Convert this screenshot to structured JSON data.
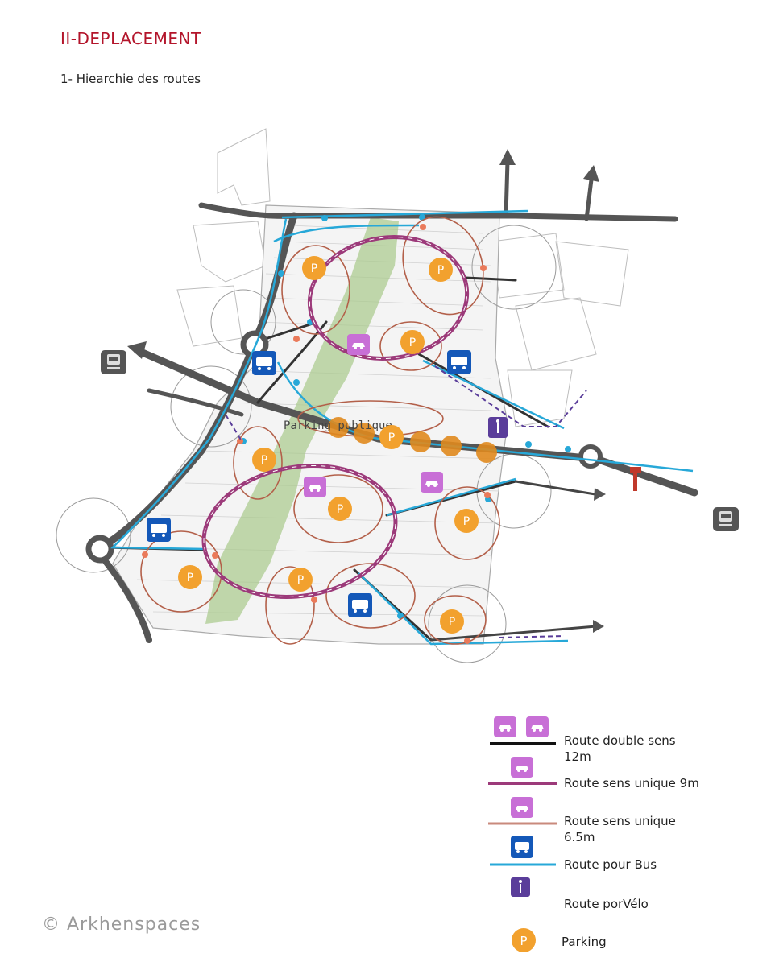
{
  "header": {
    "title": "II-DEPLACEMENT",
    "subtitle": "1- Hiearchie des routes"
  },
  "map": {
    "label_parking_publique": "Parking publique",
    "parking_letter": "P"
  },
  "legend": {
    "items": [
      {
        "label": "Route double sens 12m",
        "line_color": "#111111",
        "icon": "car-icon"
      },
      {
        "label": "Route sens unique 9m",
        "line_color": "#9c3a7a",
        "icon": "car-icon"
      },
      {
        "label": "Route sens unique 6.5m",
        "line_color": "#c98a7c",
        "icon": "car-icon"
      },
      {
        "label": "Route pour Bus",
        "line_color": "#27a8d8",
        "icon": "bus-icon"
      },
      {
        "label": "Route porVélo",
        "line_color": "#5a3d9a",
        "icon": "bike-icon"
      },
      {
        "label": "Parking",
        "line_color": "#f2a12e",
        "icon": "parking-icon"
      }
    ]
  },
  "footer": {
    "copyright": "© Arkhenspaces"
  },
  "colors": {
    "title": "#b3152b",
    "green_zone": "#a8c98a",
    "road": "#555555",
    "bus": "#1458b8",
    "car": "#c86fd6",
    "parking": "#f2a12e",
    "ring": "#b3604a"
  }
}
